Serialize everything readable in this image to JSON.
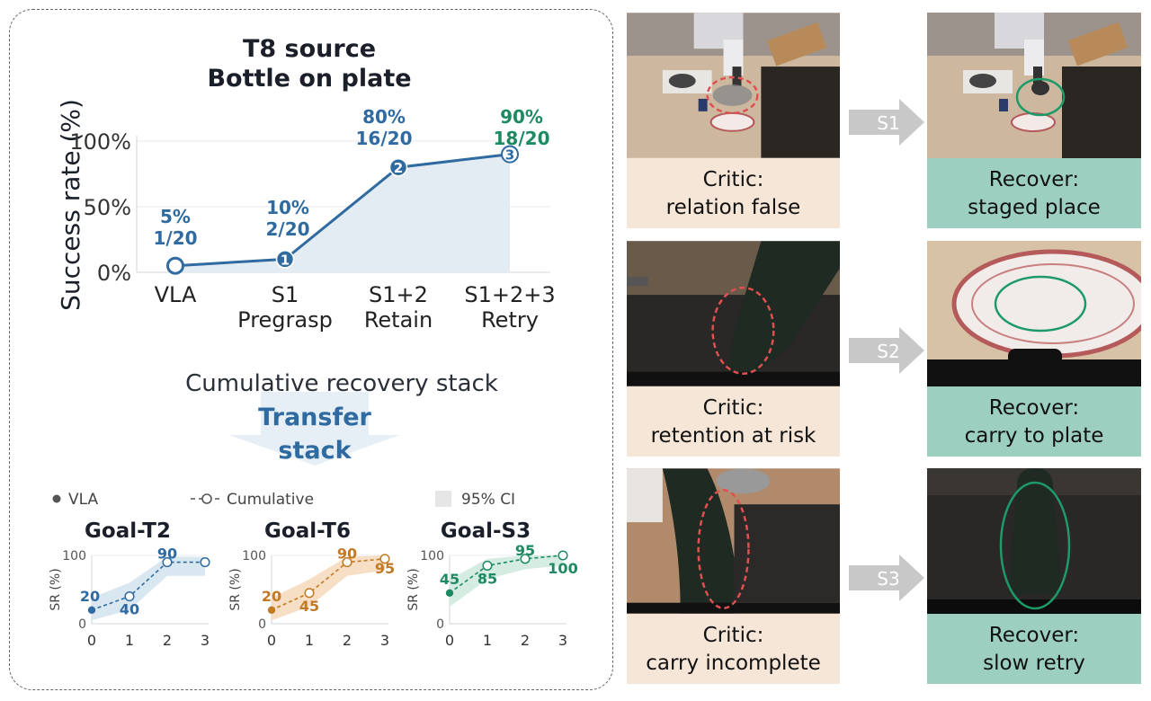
{
  "main_chart": {
    "chart_data": {
      "type": "line",
      "title": "T8 source",
      "subtitle": "Bottle on plate",
      "ylabel": "Success rate (%)",
      "ylim": [
        0,
        100
      ],
      "yticks": [
        "0%",
        "50%",
        "100%"
      ],
      "categories": [
        "VLA",
        "S1\nPregrasp",
        "S1+2\nRetain",
        "S1+2+3\nRetry"
      ],
      "values": [
        5,
        10,
        80,
        90
      ],
      "value_labels": [
        "5%",
        "10%",
        "80%",
        "90%"
      ],
      "count_labels": [
        "1/20",
        "2/20",
        "16/20",
        "18/20"
      ],
      "step_markers": [
        "",
        "1",
        "2",
        "3"
      ],
      "label_colors": [
        "#2f6aa0",
        "#2f6aa0",
        "#2f6aa0",
        "#1e8a62"
      ],
      "line_color": "#2f6aa0",
      "fill_color": "#e3ecf3",
      "grid": true
    }
  },
  "caption": "Cumulative recovery stack",
  "transfer_label_line1": "Transfer",
  "transfer_label_line2": "stack",
  "legend": {
    "vla": "VLA",
    "cumulative": "Cumulative",
    "ci": "95% CI"
  },
  "small_charts": [
    {
      "title": "Goal-T2",
      "color": "#2f6aa0",
      "ci_color": "#d5e4f0",
      "ylabel": "SR (%)",
      "yticks": [
        "0",
        "100"
      ],
      "xticks": [
        "0",
        "1",
        "2",
        "3"
      ],
      "vla": 20,
      "x": [
        0,
        1,
        2,
        3
      ],
      "values": [
        20,
        40,
        90,
        90
      ],
      "ci_low": [
        5,
        20,
        70,
        70
      ],
      "ci_high": [
        38,
        60,
        98,
        98
      ],
      "point_labels": [
        "20",
        "40",
        "90",
        ""
      ]
    },
    {
      "title": "Goal-T6",
      "color": "#c27a25",
      "ci_color": "#f6dcc0",
      "ylabel": "SR (%)",
      "yticks": [
        "0",
        "100"
      ],
      "xticks": [
        "0",
        "1",
        "2",
        "3"
      ],
      "vla": 20,
      "x": [
        0,
        1,
        2,
        3
      ],
      "values": [
        20,
        45,
        90,
        95
      ],
      "ci_low": [
        5,
        25,
        70,
        78
      ],
      "ci_high": [
        38,
        65,
        98,
        100
      ],
      "point_labels": [
        "20",
        "45",
        "90",
        "95"
      ]
    },
    {
      "title": "Goal-S3",
      "color": "#1e8a62",
      "ci_color": "#cfeadf",
      "ylabel": "SR (%)",
      "yticks": [
        "0",
        "100"
      ],
      "xticks": [
        "0",
        "1",
        "2",
        "3"
      ],
      "vla": 45,
      "x": [
        0,
        1,
        2,
        3
      ],
      "values": [
        45,
        85,
        95,
        100
      ],
      "ci_low": [
        25,
        65,
        80,
        85
      ],
      "ci_high": [
        65,
        95,
        100,
        100
      ],
      "point_labels": [
        "45",
        "85",
        "95",
        "100"
      ]
    }
  ],
  "rows": [
    {
      "stage": "S1",
      "critic_line1": "Critic:",
      "critic_line2": "relation false",
      "recover_line1": "Recover:",
      "recover_line2": "staged place"
    },
    {
      "stage": "S2",
      "critic_line1": "Critic:",
      "critic_line2": "retention at risk",
      "recover_line1": "Recover:",
      "recover_line2": "carry to plate"
    },
    {
      "stage": "S3",
      "critic_line1": "Critic:",
      "critic_line2": "carry incomplete",
      "recover_line1": "Recover:",
      "recover_line2": "slow retry"
    }
  ]
}
